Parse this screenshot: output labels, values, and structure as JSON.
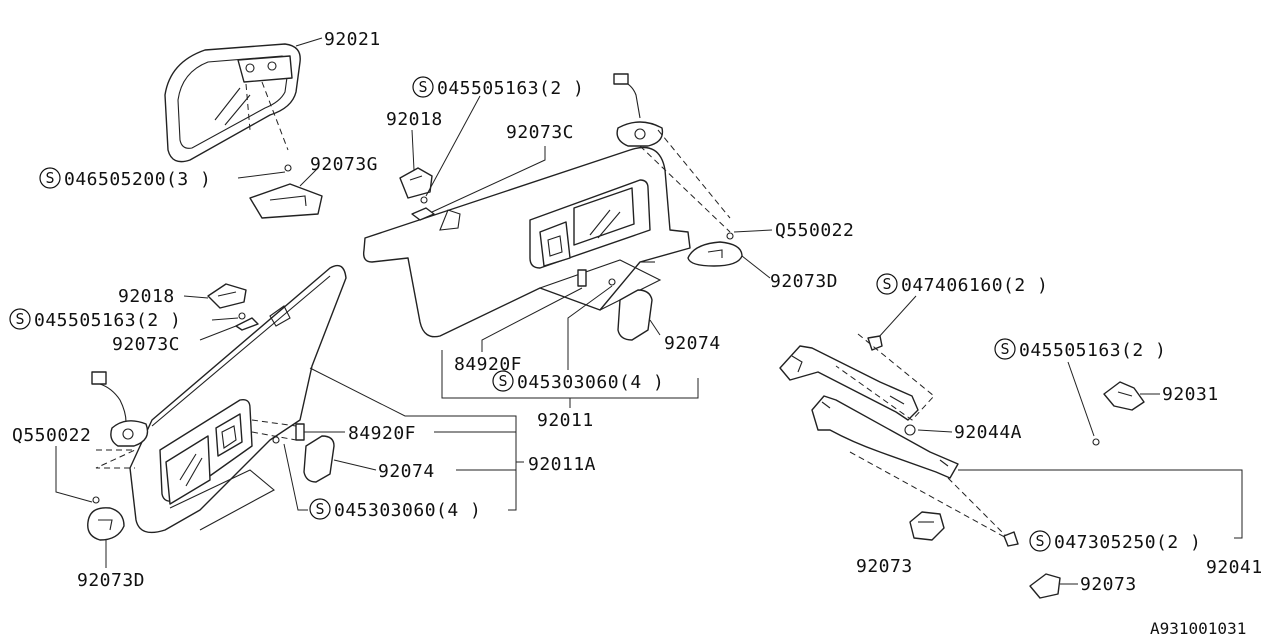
{
  "diagram_id": "A931001031",
  "screw_symbol": "S",
  "labels": {
    "mirror": "92021",
    "mirror_screw": "046505200(3 )",
    "mirror_cover": "92073G",
    "top_screw": "045505163(2 )",
    "top_hook": "92018",
    "top_hook_cover": "92073C",
    "top_clip_screw": "Q550022",
    "top_clip_cover": "92073D",
    "top_plug": "84920F",
    "top_screw2": "045303060(4 )",
    "top_mirror_cover": "92074",
    "top_visor": "92011",
    "left_hook": "92018",
    "left_screw": "045505163(2 )",
    "left_hook_cover": "92073C",
    "left_clip_screw": "Q550022",
    "left_plug": "84920F",
    "left_mirror_cover": "92074",
    "left_visor": "92011A",
    "left_screw2": "045303060(4 )",
    "left_clip_cover": "92073D",
    "grip_screw_top": "047406160(2 )",
    "grip_side_screw": "045505163(2 )",
    "grip_bracket": "92031",
    "grip_a": "92044A",
    "grip_screw_bottom": "047305250(2 )",
    "grip_cap": "92073",
    "grip_cap2": "92073",
    "grip": "92041"
  }
}
